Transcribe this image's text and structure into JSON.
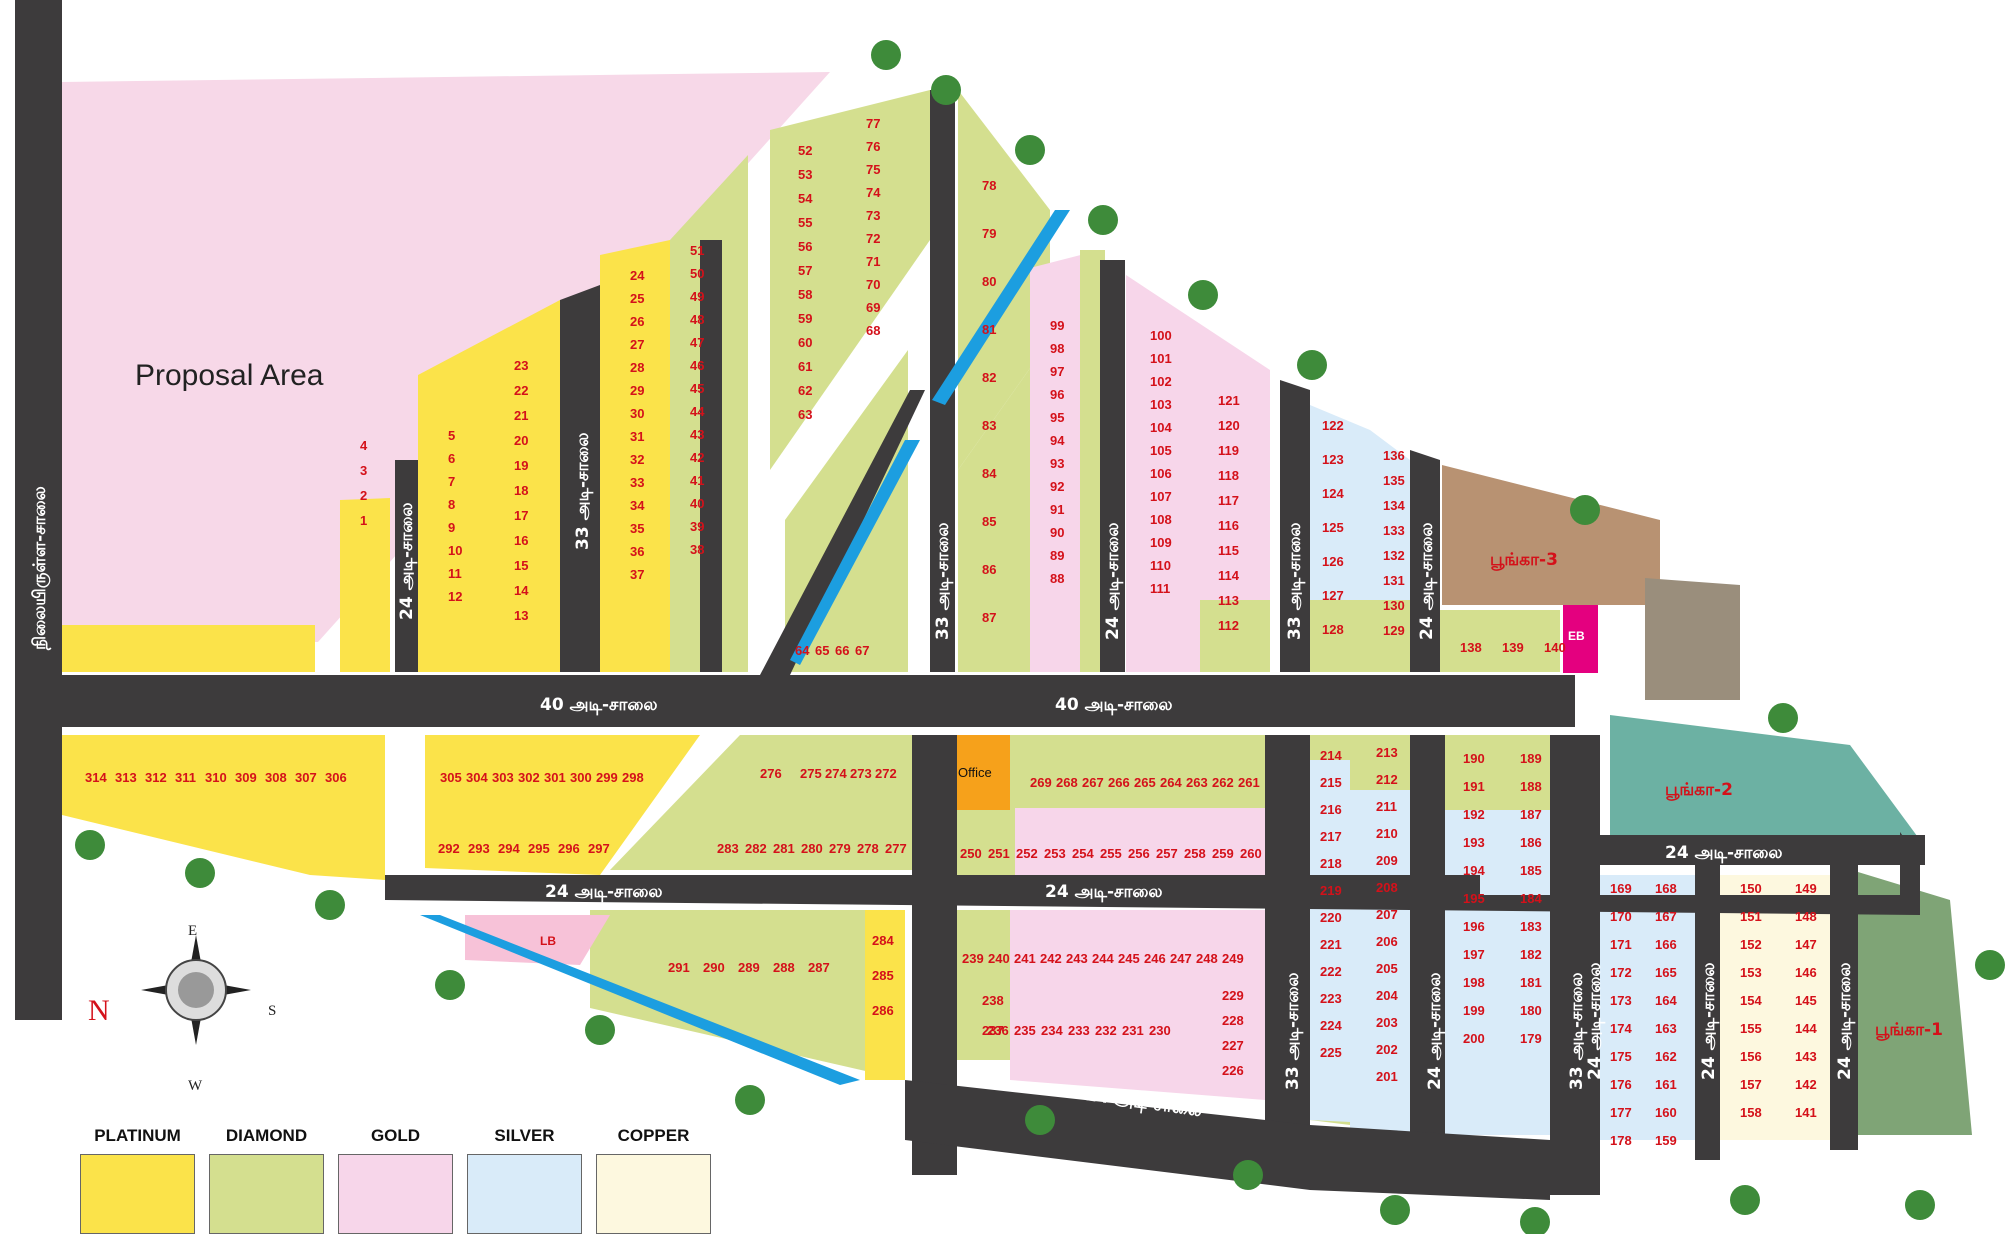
{
  "title": "Proposal Area",
  "roads": {
    "main_west": "நிலையிருள்ள-சாலை",
    "main_40": "40 அடி-சாலை",
    "road_24": "24 அடி-சாலை",
    "road_33": "33 அடி-சாலை"
  },
  "labels": {
    "office": "Office",
    "lb": "LB",
    "eb": "EB",
    "park1": "பூங்கா-1",
    "park2": "பூங்கா-2",
    "park3": "பூங்கா-3"
  },
  "compass": {
    "n": "N",
    "e": "E",
    "s": "S",
    "w": "W"
  },
  "legend": [
    {
      "label": "PLATINUM",
      "color": "#fbe34a"
    },
    {
      "label": "DIAMOND",
      "color": "#d4df8f"
    },
    {
      "label": "GOLD",
      "color": "#f7d6ea"
    },
    {
      "label": "SILVER",
      "color": "#d9ebf9"
    },
    {
      "label": "COPPER",
      "color": "#fdf8df"
    }
  ],
  "colors": {
    "road": "#3d3b3c",
    "water": "#1c9ee0",
    "eb": "#e4007f",
    "office": "#f6a11b",
    "proposal": "#f7d8e8"
  },
  "plots": {
    "b1": [
      "1",
      "2",
      "3",
      "4"
    ],
    "b2": [
      "5",
      "6",
      "7",
      "8",
      "9",
      "10",
      "11",
      "12"
    ],
    "b3": [
      "23",
      "22",
      "21",
      "20",
      "19",
      "18",
      "17",
      "16",
      "15",
      "14",
      "13"
    ],
    "b4": [
      "24",
      "25",
      "26",
      "27",
      "28",
      "29",
      "30",
      "31",
      "32",
      "33",
      "34",
      "35",
      "36",
      "37"
    ],
    "b5": [
      "51",
      "50",
      "49",
      "48",
      "47",
      "46",
      "45",
      "44",
      "43",
      "42",
      "41",
      "40",
      "39",
      "38"
    ],
    "b6": [
      "52",
      "53",
      "54",
      "55",
      "56",
      "57",
      "58",
      "59",
      "60",
      "61",
      "62",
      "63"
    ],
    "b7": [
      "77",
      "76",
      "75",
      "74",
      "73",
      "72",
      "71",
      "70",
      "69",
      "68"
    ],
    "b8": [
      "64",
      "65",
      "66",
      "67"
    ],
    "b9": [
      "78",
      "79",
      "80",
      "81",
      "82",
      "83",
      "84",
      "85",
      "86",
      "87"
    ],
    "b10": [
      "99",
      "98",
      "97",
      "96",
      "95",
      "94",
      "93",
      "92",
      "91",
      "90",
      "89",
      "88"
    ],
    "b11": [
      "100",
      "101",
      "102",
      "103",
      "104",
      "105",
      "106",
      "107",
      "108",
      "109",
      "110",
      "111"
    ],
    "b12": [
      "121",
      "120",
      "119",
      "118",
      "117",
      "116",
      "115",
      "114",
      "113",
      "112"
    ],
    "b13": [
      "122",
      "123",
      "124",
      "125",
      "126",
      "127",
      "128"
    ],
    "b14": [
      "136",
      "135",
      "134",
      "133",
      "132",
      "131",
      "130",
      "129"
    ],
    "b15": [
      "138",
      "139",
      "140"
    ],
    "b16": [
      "314",
      "313",
      "312",
      "311",
      "310",
      "309",
      "308",
      "307",
      "306"
    ],
    "b17": [
      "305",
      "304",
      "303",
      "302",
      "301",
      "300",
      "299",
      "298"
    ],
    "b18": [
      "292",
      "293",
      "294",
      "295",
      "296",
      "297"
    ],
    "b19": [
      "276",
      "275",
      "274",
      "273",
      "272"
    ],
    "b20": [
      "283",
      "282",
      "281",
      "280",
      "279",
      "278",
      "277"
    ],
    "b21": [
      "269",
      "268",
      "267",
      "266",
      "265",
      "264",
      "263",
      "262",
      "261"
    ],
    "b22": [
      "250",
      "251",
      "252",
      "253",
      "254",
      "255",
      "256",
      "257",
      "258",
      "259",
      "260"
    ],
    "b23": [
      "291",
      "290",
      "289",
      "288",
      "287"
    ],
    "b24": [
      "284",
      "285",
      "286"
    ],
    "b25": [
      "239",
      "240",
      "241",
      "242",
      "243",
      "244",
      "245",
      "246",
      "247",
      "248",
      "249"
    ],
    "b26": [
      "238",
      "237",
      "236",
      "235",
      "234",
      "233",
      "232",
      "231",
      "230"
    ],
    "b27": [
      "229",
      "228",
      "227",
      "226"
    ],
    "b28": [
      "214",
      "215",
      "216",
      "217",
      "218",
      "219",
      "220",
      "221",
      "222",
      "223",
      "224",
      "225"
    ],
    "b29": [
      "213",
      "212",
      "211",
      "210",
      "209",
      "208",
      "207",
      "206",
      "205",
      "204",
      "203",
      "202",
      "201"
    ],
    "b30": [
      "190",
      "191",
      "192",
      "193",
      "194",
      "195",
      "196",
      "197",
      "198",
      "199",
      "200"
    ],
    "b31": [
      "189",
      "188",
      "187",
      "186",
      "185",
      "184",
      "183",
      "182",
      "181",
      "180",
      "179"
    ],
    "b32": [
      "169",
      "170",
      "171",
      "172",
      "173",
      "174",
      "175",
      "176",
      "177",
      "178"
    ],
    "b33": [
      "168",
      "167",
      "166",
      "165",
      "164",
      "163",
      "162",
      "161",
      "160",
      "159"
    ],
    "b34": [
      "150",
      "151",
      "152",
      "153",
      "154",
      "155",
      "156",
      "157",
      "158"
    ],
    "b35": [
      "149",
      "148",
      "147",
      "146",
      "145",
      "144",
      "143",
      "142",
      "141"
    ]
  }
}
